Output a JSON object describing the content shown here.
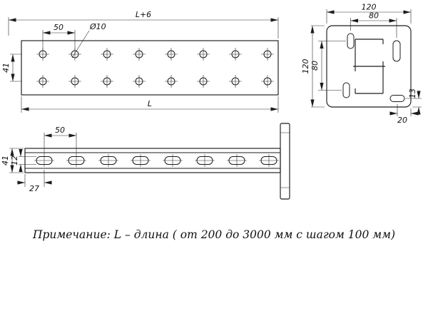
{
  "note": "Примечание: L – длина ( от 200 до 3000 мм с шагом 100 мм)",
  "plan_view": {
    "dim_overall_length": "L+6",
    "dim_hole_pitch": "50",
    "dim_hole_diameter": "Ø10",
    "dim_row_spacing": "41",
    "dim_length": "L"
  },
  "end_view": {
    "dim_plate_width": "120",
    "dim_slot_pattern_width": "80",
    "dim_plate_height": "120",
    "dim_slot_pattern_height": "80",
    "dim_slot_edge_offset": "13",
    "dim_slot_corner_offset": "20"
  },
  "side_view": {
    "dim_slot_pitch": "50",
    "dim_profile_height": "41",
    "dim_slot_height": "12",
    "dim_end_margin": "27"
  }
}
